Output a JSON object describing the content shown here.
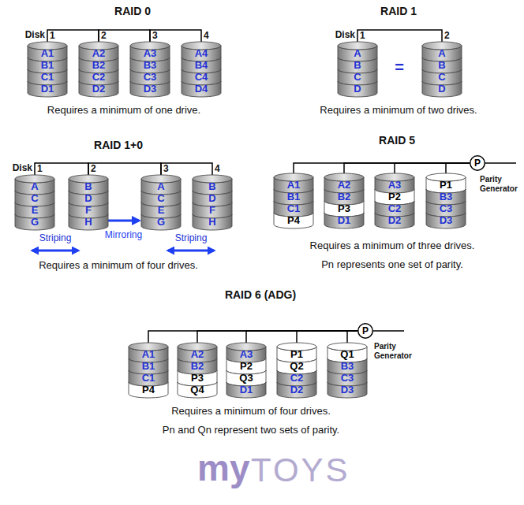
{
  "diagram": {
    "nodes": [
      {
        "text": [
          "A1",
          "B1",
          "C1",
          "D1"
        ]
      },
      {
        "text": [
          "A2",
          "B2",
          "C2",
          "D2"
        ]
      },
      {
        "text": [
          "A3",
          "B3",
          "C3",
          "D3"
        ]
      },
      {
        "text": [
          "A4",
          "B4",
          "C4",
          "D4"
        ]
      },
      {
        "text": [
          "A",
          "B",
          "C",
          "D"
        ]
      },
      {
        "text": [
          "A",
          "B",
          "C",
          "D"
        ]
      },
      {
        "text": [
          "A",
          "C",
          "E",
          "G"
        ]
      },
      {
        "text": [
          "B",
          "D",
          "F",
          "H"
        ]
      },
      {
        "text": [
          "A",
          "C",
          "E",
          "G"
        ]
      },
      {
        "text": [
          "B",
          "D",
          "F",
          "H"
        ]
      },
      {
        "text": [
          "A1",
          "B1",
          "C1",
          "P4"
        ]
      },
      {
        "text": [
          "A2",
          "B2",
          "P3",
          "D1"
        ]
      },
      {
        "text": [
          "A3",
          "P2",
          "C2",
          "D2"
        ]
      },
      {
        "text": [
          "P1",
          "B3",
          "C3",
          "D3"
        ]
      },
      {
        "text": [
          "P"
        ]
      },
      {
        "text": [
          "A1",
          "B1",
          "C1",
          "P4"
        ]
      },
      {
        "text": [
          "A2",
          "B2",
          "P3",
          "Q4"
        ]
      },
      {
        "text": [
          "A3",
          "P2",
          "Q3",
          "D1"
        ]
      },
      {
        "text": [
          "P1",
          "Q2",
          "C2",
          "D2"
        ]
      },
      {
        "text": [
          "Q1",
          "B3",
          "C3",
          "D3"
        ]
      },
      {
        "text": [
          "P"
        ]
      }
    ],
    "edges": [
      {
        "from": 0,
        "to": 1,
        "arrow": "none"
      },
      {
        "from": 1,
        "to": 2,
        "arrow": "none"
      },
      {
        "from": 2,
        "to": 3,
        "arrow": "none"
      },
      {
        "from": 4,
        "to": 5,
        "arrow": "none"
      },
      {
        "from": 6,
        "to": 7,
        "arrow": "none"
      },
      {
        "from": 7,
        "to": 8,
        "arrow": "none"
      },
      {
        "from": 8,
        "to": 9,
        "arrow": "none"
      },
      {
        "from": 7,
        "to": 8,
        "label": "Mirroring",
        "arrow": "to"
      },
      {
        "from": 14,
        "to": 10,
        "arrow": "none"
      },
      {
        "from": 14,
        "to": 11,
        "arrow": "none"
      },
      {
        "from": 14,
        "to": 12,
        "arrow": "none"
      },
      {
        "from": 14,
        "to": 13,
        "arrow": "none"
      },
      {
        "from": 20,
        "to": 15,
        "arrow": "none"
      },
      {
        "from": 20,
        "to": 16,
        "arrow": "none"
      },
      {
        "from": 20,
        "to": 17,
        "arrow": "none"
      },
      {
        "from": 20,
        "to": 18,
        "arrow": "none"
      },
      {
        "from": 20,
        "to": 19,
        "arrow": "none"
      }
    ],
    "labels": [
      "RAID 0",
      "Disk",
      "1",
      "2",
      "3",
      "4",
      "Requires a minimum of one drive.",
      "RAID 1",
      "Disk",
      "1",
      "2",
      "=",
      "Requires a minimum of two drives.",
      "RAID 1+0",
      "Disk",
      "1",
      "2",
      "3",
      "4",
      "Striping",
      "Striping",
      "Requires a minimum of four drives.",
      "RAID 5",
      "Parity Generator",
      "Requires a minimum of three drives.",
      "Pn represents one set of parity.",
      "RAID 6 (ADG)",
      "Parity Generator",
      "Requires a minimum of four drives.",
      "Pn and Qn represent two sets of parity.",
      "my",
      "TOYS"
    ]
  }
}
